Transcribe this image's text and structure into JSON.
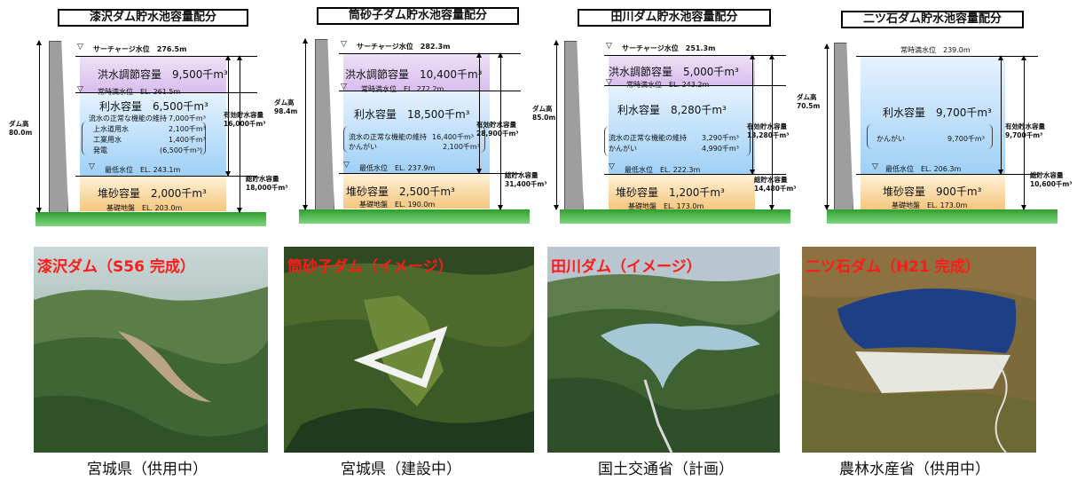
{
  "panels": [
    {
      "title": "漆沢ダム貯水池容量配分",
      "surcharge": "サーチャージ水位　276.5m",
      "flood": "洪水調節容量　9,500千m³",
      "normal": "常時満水位　EL. 261.5m",
      "util": "利水容量　6,500千m³",
      "util_lines": [
        {
          "name": "流水の正常な機能の維持",
          "val": "7,000千m³"
        },
        {
          "name": "上水道用水",
          "val": "2,100千m³"
        },
        {
          "name": "工業用水",
          "val": "1,400千m³"
        },
        {
          "name": "発電",
          "val": "(6,500千m³)"
        }
      ],
      "low": "最低水位　EL. 243.1m",
      "sed": "堆砂容量　2,000千m³",
      "base": "基礎地盤　EL. 203.0m",
      "height_label": "ダム高",
      "height": "80.0m",
      "effective_label": "有効貯水容量",
      "effective": "16,000千m³",
      "total_label": "総貯水容量",
      "total": "18,000千m³"
    },
    {
      "title": "筒砂子ダム貯水池容量配分",
      "surcharge": "サーチャージ水位　282.3m",
      "flood": "洪水調節容量　10,400千m³",
      "normal": "常時満水位　EL. 272.2m",
      "util": "利水容量　18,500千m³",
      "util_lines": [
        {
          "name": "流水の正常な機能の維持",
          "val": "16,400千m³"
        },
        {
          "name": "かんがい",
          "val": "2,100千m³"
        }
      ],
      "low": "最低水位　EL. 237.9m",
      "sed": "堆砂容量　2,500千m³",
      "base": "基礎地盤　EL. 190.0m",
      "height_label": "ダム高",
      "height": "98.4m",
      "effective_label": "有効貯水容量",
      "effective": "28,900千m³",
      "total_label": "総貯水容量",
      "total": "31,400千m³"
    },
    {
      "title": "田川ダム貯水池容量配分",
      "surcharge": "サーチャージ水位　251.3m",
      "flood": "洪水調節容量　5,000千m³",
      "normal": "常時満水位　EL. 243.2m",
      "util": "利水容量　8,280千m³",
      "util_lines": [
        {
          "name": "流水の正常な機能の維持",
          "val": "3,290千m³"
        },
        {
          "name": "かんがい",
          "val": "4,990千m³"
        }
      ],
      "low": "最低水位　EL. 222.3m",
      "sed": "堆砂容量　1,200千m³",
      "base": "基礎地盤　EL. 173.0m",
      "height_label": "ダム高",
      "height": "85.0m",
      "effective_label": "有効貯水容量",
      "effective": "13,280千m³",
      "total_label": "総貯水容量",
      "total": "14,480千m³"
    },
    {
      "title": "二ツ石ダム貯水池容量配分",
      "normal": "常時満水位　239.0m",
      "util": "利水容量　9,700千m³",
      "util_lines": [
        {
          "name": "かんがい",
          "val": "9,700千m³"
        }
      ],
      "low": "最低水位　EL. 206.3m",
      "sed": "堆砂容量　900千m³",
      "base": "基礎地盤　EL. 173.0m",
      "height_label": "ダム高",
      "height": "70.5m",
      "effective_label": "有効貯水容量",
      "effective": "9,700千m³",
      "total_label": "総貯水容量",
      "total": "10,600千m³"
    }
  ],
  "photos": [
    {
      "title": "漆沢ダム（S56 完成）",
      "caption": "宮城県（供用中）"
    },
    {
      "title": "筒砂子ダム（イメージ）",
      "caption": "宮城県（建設中）"
    },
    {
      "title": "田川ダム（イメージ）",
      "caption": "国土交通省（計画）"
    },
    {
      "title": "二ツ石ダム（H21 完成）",
      "caption": "農林水産省（供用中）"
    }
  ]
}
